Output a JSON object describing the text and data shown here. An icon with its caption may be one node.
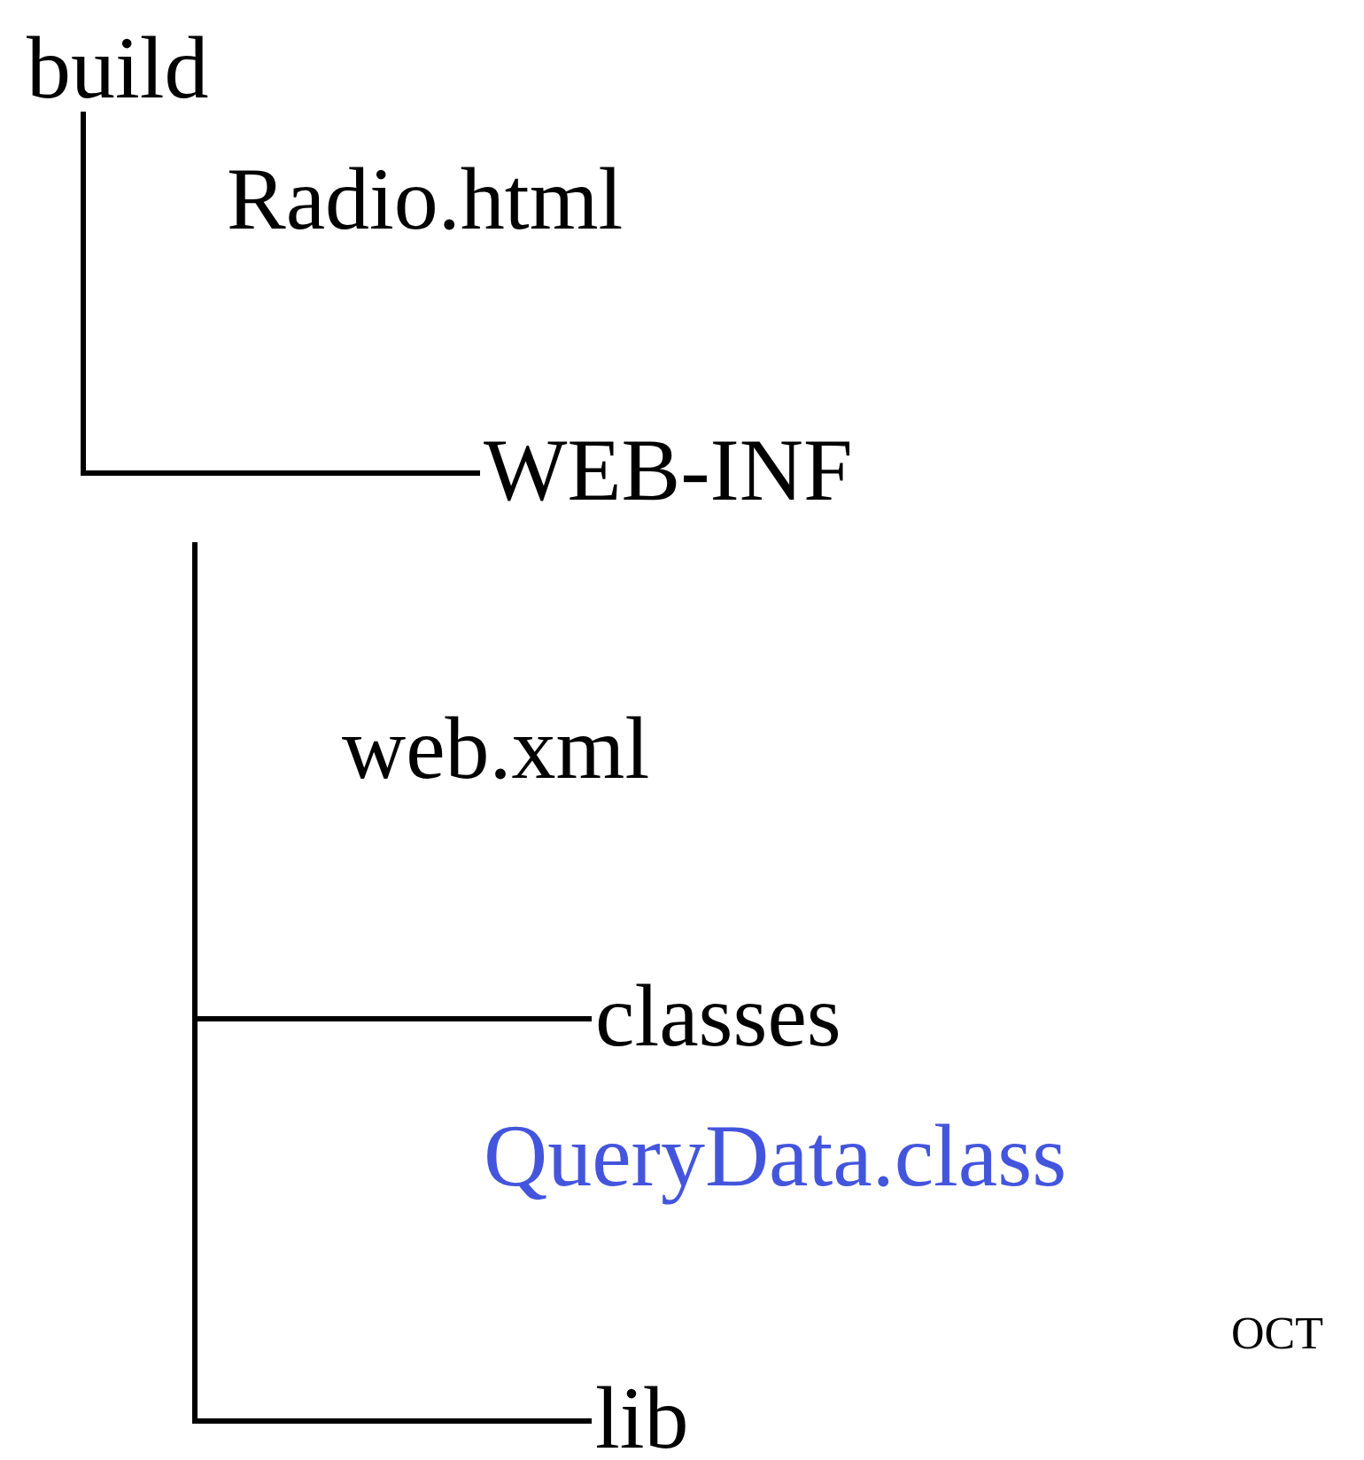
{
  "diagram": {
    "nodes": [
      {
        "text": [
          "build"
        ]
      },
      {
        "text": [
          "Radio.html"
        ]
      },
      {
        "text": [
          "WEB-INF"
        ]
      },
      {
        "text": [
          "web.xml"
        ]
      },
      {
        "text": [
          "classes"
        ]
      },
      {
        "text": [
          "QueryData.class"
        ]
      },
      {
        "text": [
          "lib"
        ]
      }
    ],
    "edges": [
      {
        "from": 0,
        "to": 2,
        "arrow": "none"
      },
      {
        "from": null,
        "to": 4,
        "arrow": "none"
      },
      {
        "from": null,
        "to": 6,
        "arrow": "none"
      }
    ],
    "labels": [
      "OCT"
    ]
  }
}
